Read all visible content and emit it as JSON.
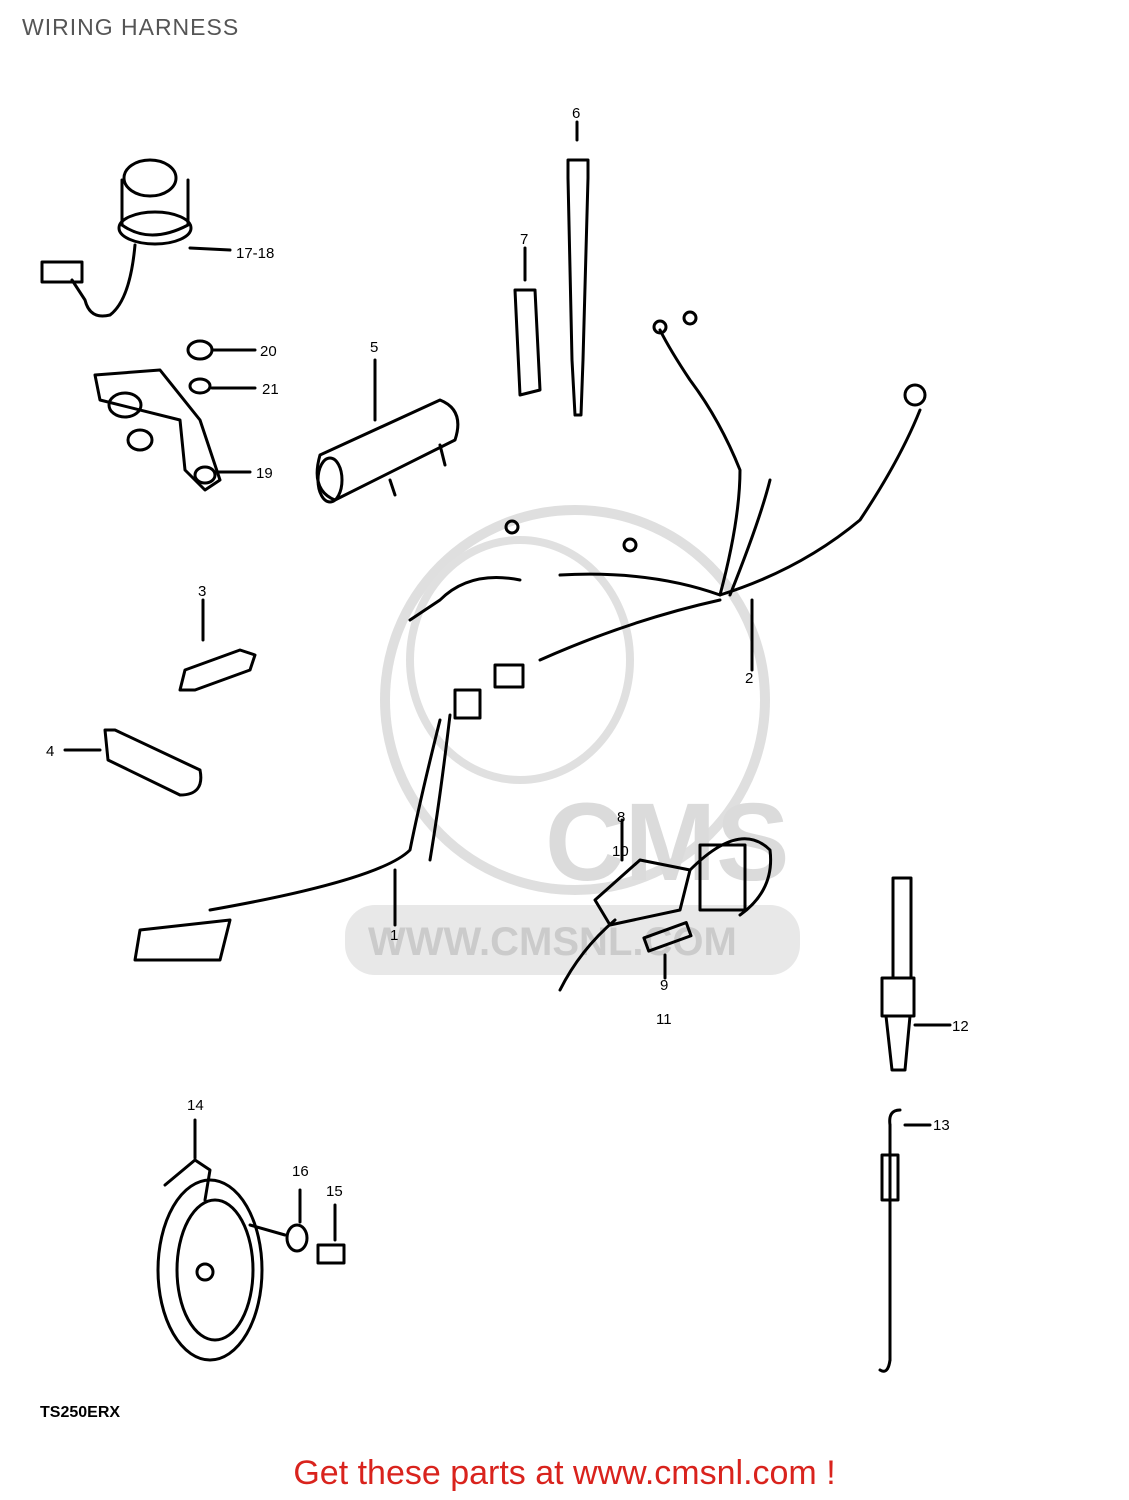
{
  "page": {
    "title": "WIRING HARNESS",
    "footer_text": "Get these parts at www.cmsnl.com !",
    "footer_color": "#d9231d",
    "model_code": "TS250ERX"
  },
  "watermark": {
    "logo_text": "CMS",
    "site_text": "WWW.CMSNL.COM",
    "color": "#d8d8d8"
  },
  "callouts": [
    {
      "id": "c1",
      "text": "1"
    },
    {
      "id": "c2",
      "text": "2"
    },
    {
      "id": "c3",
      "text": "3"
    },
    {
      "id": "c4",
      "text": "4"
    },
    {
      "id": "c5",
      "text": "5"
    },
    {
      "id": "c6",
      "text": "6"
    },
    {
      "id": "c7",
      "text": "7"
    },
    {
      "id": "c8",
      "text": "8"
    },
    {
      "id": "c9",
      "text": "9"
    },
    {
      "id": "c10",
      "text": "10"
    },
    {
      "id": "c11",
      "text": "11"
    },
    {
      "id": "c12",
      "text": "12"
    },
    {
      "id": "c13",
      "text": "13"
    },
    {
      "id": "c14",
      "text": "14"
    },
    {
      "id": "c15",
      "text": "15"
    },
    {
      "id": "c16",
      "text": "16"
    },
    {
      "id": "c17-18",
      "text": "17-18"
    },
    {
      "id": "c19",
      "text": "19"
    },
    {
      "id": "c20",
      "text": "20"
    },
    {
      "id": "c21",
      "text": "21"
    }
  ]
}
